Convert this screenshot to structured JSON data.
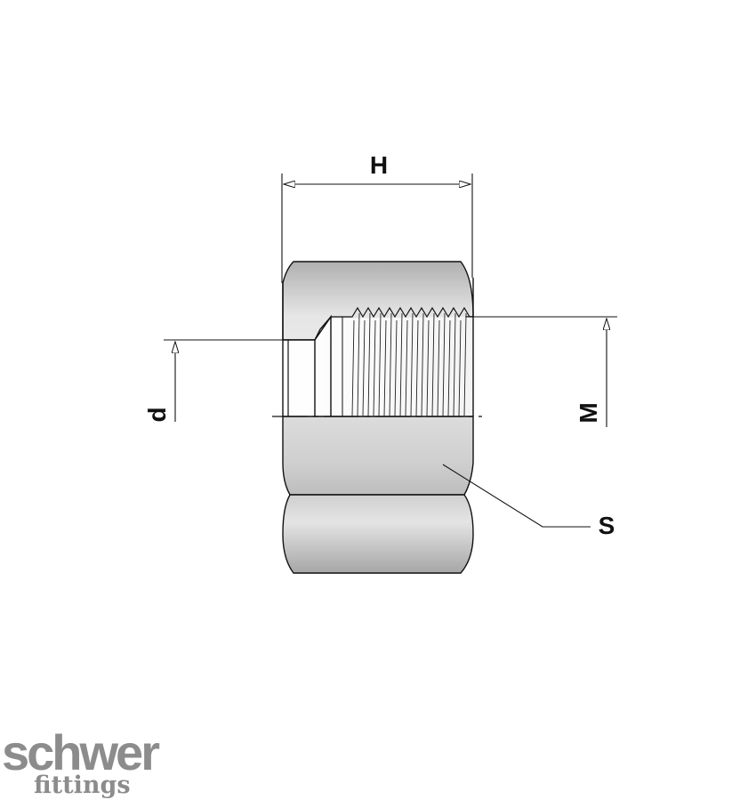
{
  "labels": {
    "H": "H",
    "d": "d",
    "M": "M",
    "S": "S"
  },
  "logo": {
    "line1": "schwer",
    "line2": "fittings"
  },
  "colors": {
    "line": "#111111",
    "body_light": "#e2e2e2",
    "body_dark": "#a8a8a8",
    "logo": "#8c8c8c"
  }
}
